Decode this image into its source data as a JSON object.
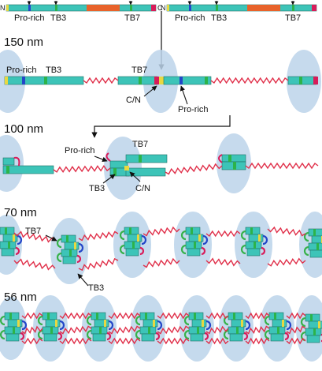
{
  "colors": {
    "rod": "#3dc4b8",
    "rod_edge": "#1f6f66",
    "tb_box": "#2cb34a",
    "pro_rich": "#2346c8",
    "central": "#e8622a",
    "n_cap": "#e8d840",
    "c_cap": "#d81c5a",
    "linker": "#e0304a",
    "ellipse": "#bcd4ea",
    "loop_green": "#37b24a",
    "loop_blue": "#2346c8",
    "loop_red": "#d81c5a",
    "loop_yellow": "#e8d840"
  },
  "top": {
    "n_label": "N",
    "c_label": "C",
    "pro_rich": "Pro-rich",
    "tb3": "TB3",
    "tb7": "TB7"
  },
  "rows": [
    {
      "name": "150 nm"
    },
    {
      "name": "100 nm"
    },
    {
      "name": "70 nm"
    },
    {
      "name": "56 nm"
    }
  ],
  "row150": {
    "pro_rich": "Pro-rich",
    "tb3": "TB3",
    "tb7": "TB7",
    "cn": "C/N",
    "pro_rich_arrow": "Pro-rich"
  },
  "row100": {
    "pro_rich": "Pro-rich",
    "tb7": "TB7",
    "tb3": "TB3",
    "cn": "C/N"
  },
  "row70": {
    "tb7": "TB7",
    "tb3": "TB3"
  }
}
